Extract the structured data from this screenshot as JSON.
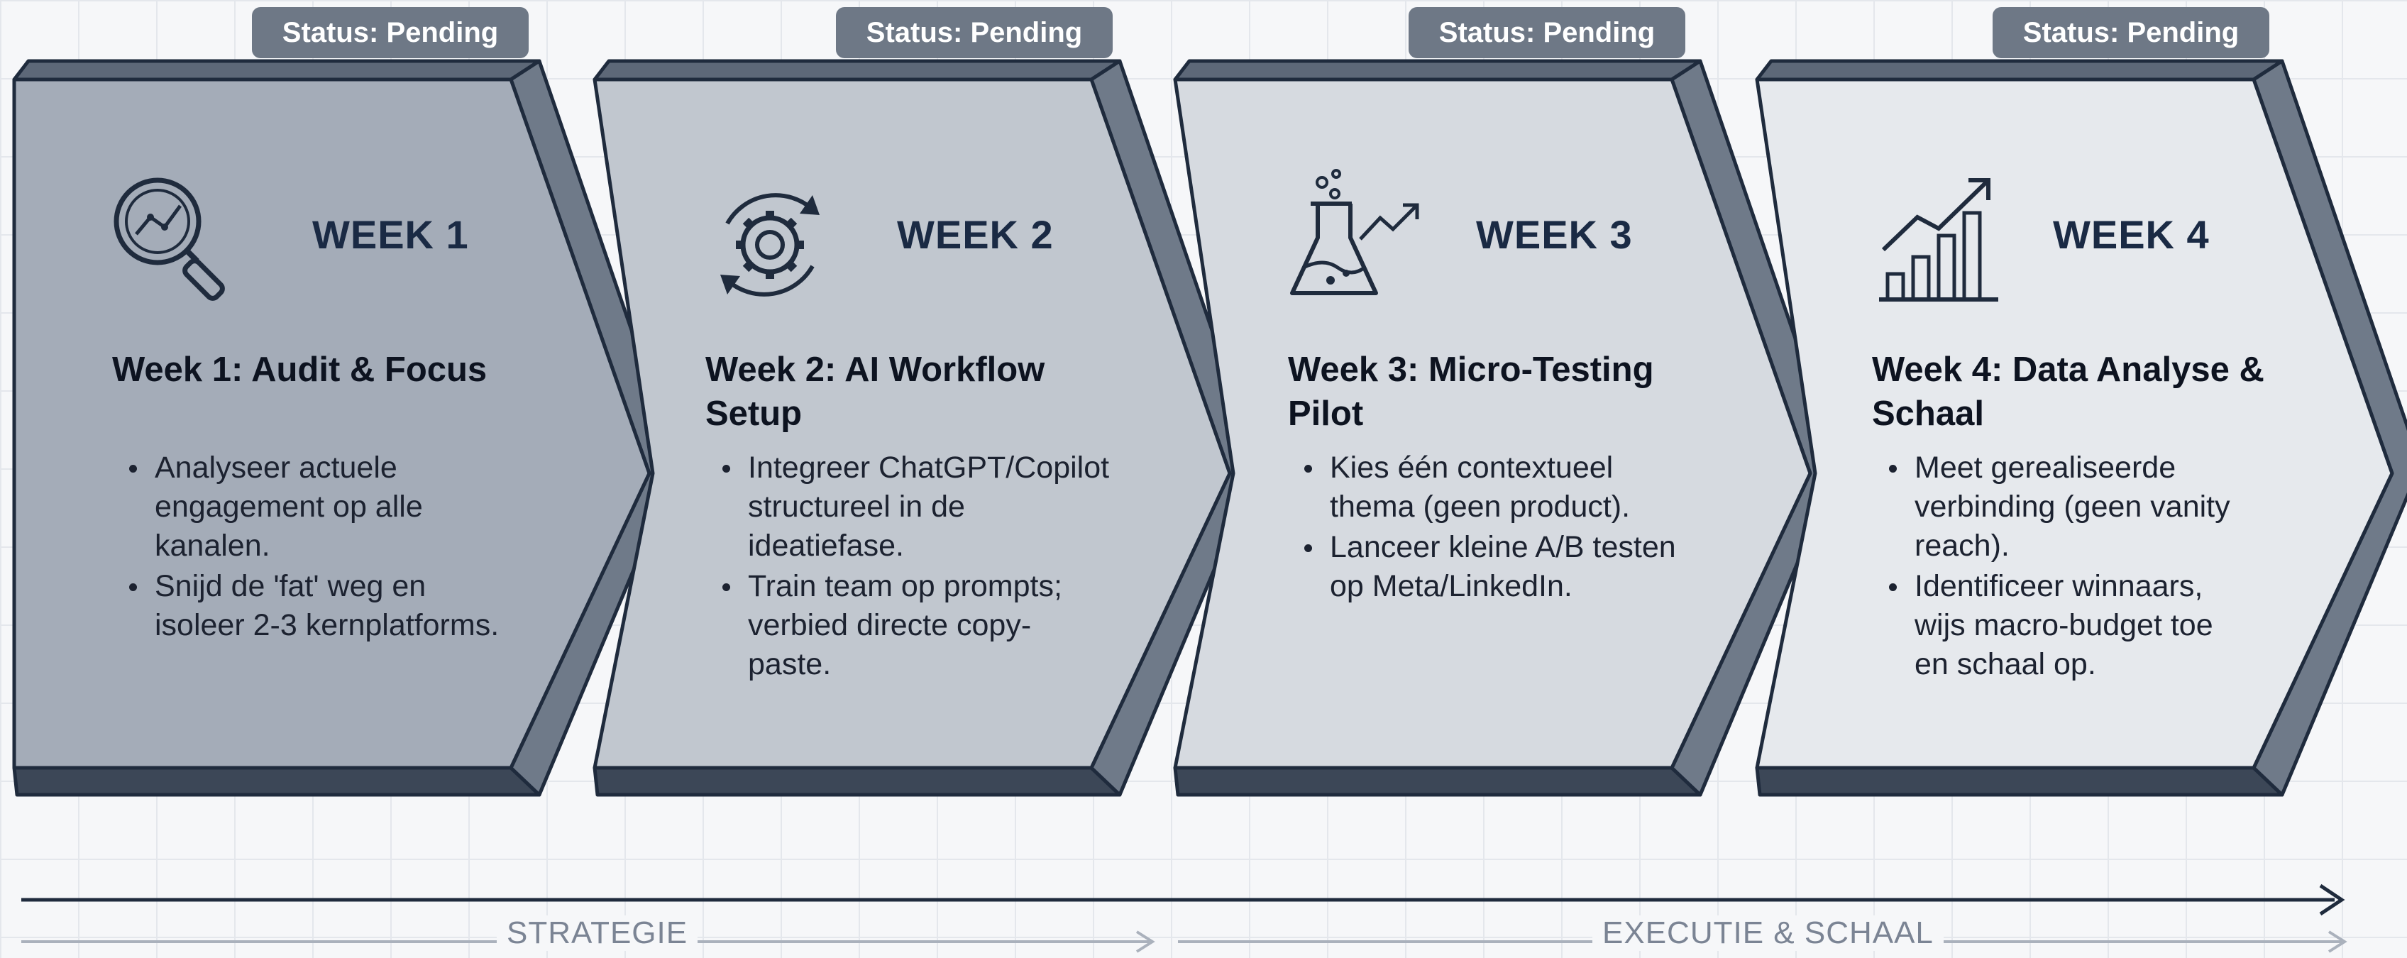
{
  "cards": [
    {
      "status": "Status: Pending",
      "week_label": "WEEK 1",
      "title": "Week 1: Audit & Focus",
      "bullets": [
        "Analyseer actuele engagement op alle kanalen.",
        "Snijd de 'fat' weg en isoleer 2-3 kernplatforms."
      ],
      "icon": "magnifier-chart-icon",
      "fill": "#a4acb8"
    },
    {
      "status": "Status: Pending",
      "week_label": "WEEK 2",
      "title": "Week 2: AI Workflow Setup",
      "bullets": [
        "Integreer ChatGPT/Copilot structureel in de ideatiefase.",
        "Train team op prompts; verbied directe copy-paste."
      ],
      "icon": "gear-cycle-icon",
      "fill": "#c1c7cf"
    },
    {
      "status": "Status: Pending",
      "week_label": "WEEK 3",
      "title": "Week 3: Micro-Testing Pilot",
      "bullets": [
        "Kies één contextueel thema (geen product).",
        "Lanceer kleine A/B testen op Meta/LinkedIn."
      ],
      "icon": "flask-trend-icon",
      "fill": "#d6dae0"
    },
    {
      "status": "Status: Pending",
      "week_label": "WEEK 4",
      "title": "Week 4: Data Analyse & Schaal",
      "bullets": [
        "Meet gerealiseerde verbinding (geen vanity reach).",
        "Identificeer winnaars, wijs macro-budget toe en schaal op."
      ],
      "icon": "bar-chart-growth-icon",
      "fill": "#e6e9ed"
    }
  ],
  "timeline": {
    "phase_1": "STRATEGIE",
    "phase_2": "EXECUTIE & SCHAAL"
  },
  "colors": {
    "outline": "#1f2b3d",
    "side_face": "#6f7a89",
    "top_face": "#5d6878",
    "bottom_face": "#3c4757",
    "badge": "#6e7886",
    "arrow": "#1f2b3d",
    "phase_arrow": "#aab1bc"
  }
}
